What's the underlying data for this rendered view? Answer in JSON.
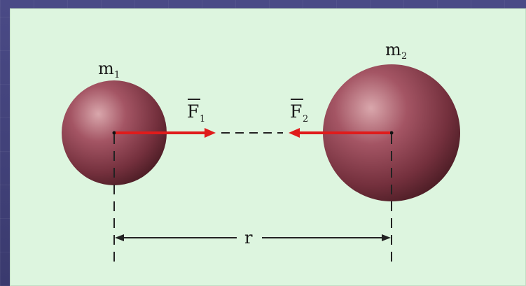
{
  "labels": {
    "mass1": "m",
    "mass1_sub": "1",
    "mass2": "m",
    "mass2_sub": "2",
    "force1": "F",
    "force1_sub": "1",
    "force2": "F",
    "force2_sub": "2",
    "distance": "r"
  },
  "colors": {
    "background_frame": "#3c3c70",
    "panel": "#ddf5df",
    "sphere_highlight": "#d7a3a8",
    "sphere_mid": "#8f3a49",
    "sphere_shadow": "#4a1c24",
    "force_arrow": "#e01b1b",
    "lines": "#222222"
  }
}
